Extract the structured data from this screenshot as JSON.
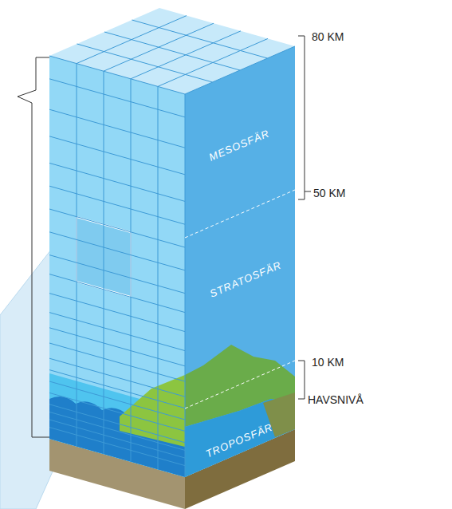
{
  "diagram": {
    "labels": [
      "80 KM",
      "MESOSFÄR",
      "50 KM",
      "STRATOSFÄR",
      "10 KM",
      "HAVSNIVÅ",
      "TROPOSFÄR"
    ]
  }
}
